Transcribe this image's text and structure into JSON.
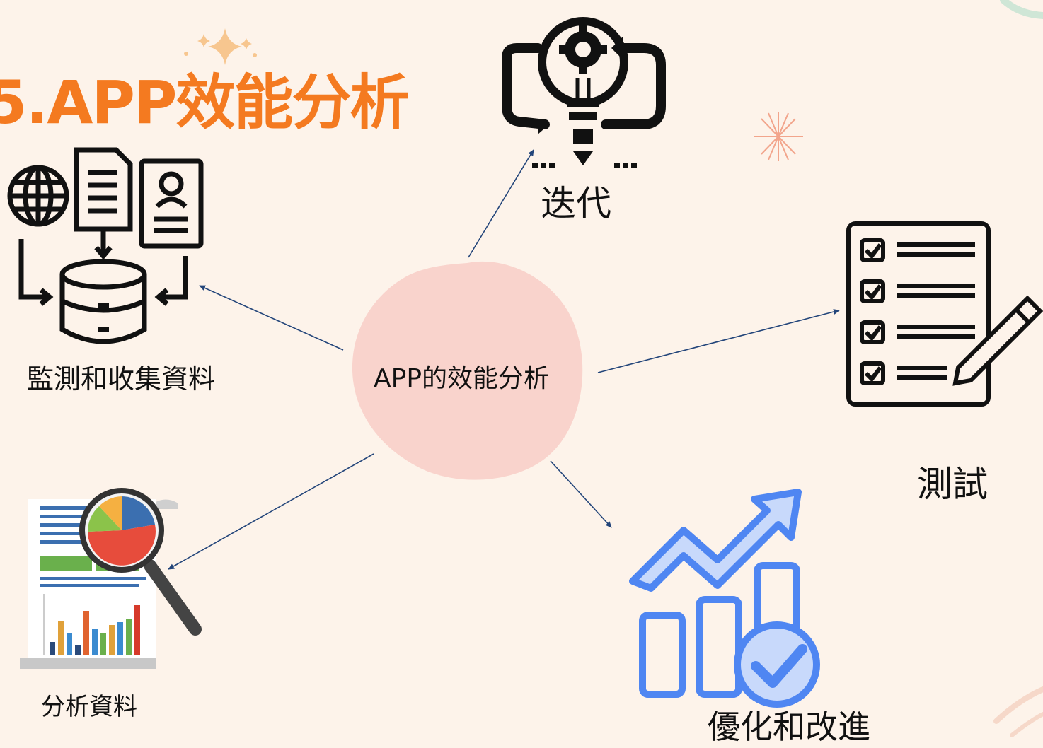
{
  "title": "5.APP效能分析",
  "center": {
    "label": "APP的效能分析"
  },
  "nodes": {
    "iterate": {
      "label": "迭代",
      "icon": "lightbulb-gear-cycle-icon"
    },
    "collect": {
      "label": "監測和收集資料",
      "icon": "data-collection-database-icon"
    },
    "test": {
      "label": "測試",
      "icon": "checklist-pencil-icon"
    },
    "analyze": {
      "label": "分析資料",
      "icon": "report-magnifier-icon"
    },
    "optimize": {
      "label": "優化和改進",
      "icon": "growth-chart-check-icon"
    }
  },
  "colors": {
    "background": "#fdf3ea",
    "title": "#f47a20",
    "center_blob": "#f9d3cc",
    "arrows": "#23457a",
    "icon_blue": "#4f86f2",
    "icon_light_blue": "#c8d9fb"
  }
}
